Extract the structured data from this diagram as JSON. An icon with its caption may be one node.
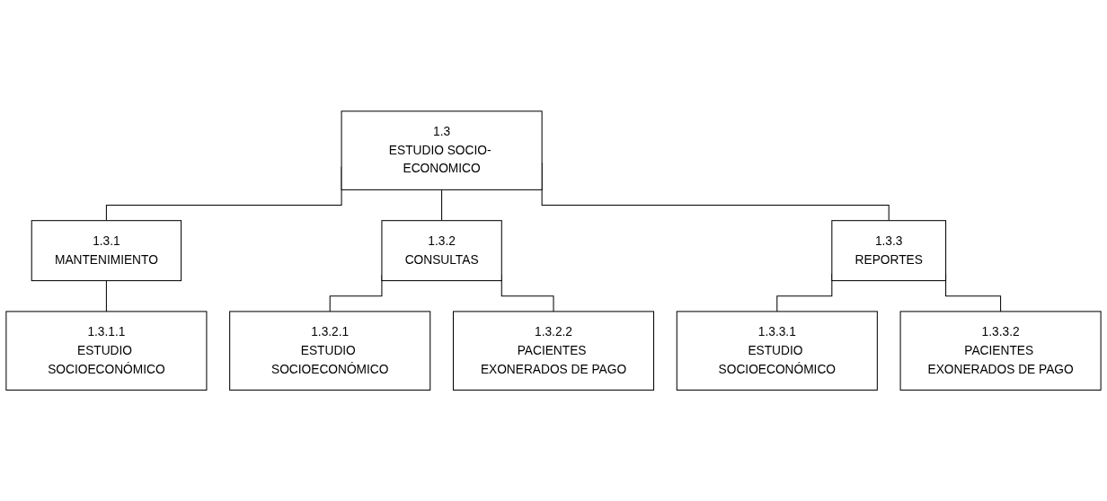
{
  "diagram": {
    "nodes": [
      {
        "text": [
          "1.3",
          "ESTUDIO SOCIO- ECONOMICO"
        ]
      },
      {
        "text": [
          "1.3.1",
          "MANTENIMIENTO"
        ]
      },
      {
        "text": [
          "1.3.2",
          "CONSULTAS"
        ]
      },
      {
        "text": [
          "1.3.3",
          "REPORTES"
        ]
      },
      {
        "text": [
          "1.3.1.1",
          "ESTUDIO SOCIOECONÓMICO"
        ]
      },
      {
        "text": [
          "1.3.2.1",
          "ESTUDIO SOCIOECONÓMICO"
        ]
      },
      {
        "text": [
          "1.3.2.2",
          "PACIENTES EXONERADOS DE PAGO"
        ]
      },
      {
        "text": [
          "1.3.3.1",
          "ESTUDIO SOCIOECONÓMICO"
        ]
      },
      {
        "text": [
          "1.3.3.2",
          "PACIENTES EXONERADOS DE PAGO"
        ]
      }
    ],
    "edges": [
      {
        "from": 0,
        "to": 1,
        "arrow": "none"
      },
      {
        "from": 0,
        "to": 2,
        "arrow": "none"
      },
      {
        "from": 0,
        "to": 3,
        "arrow": "none"
      },
      {
        "from": 1,
        "to": 4,
        "arrow": "none"
      },
      {
        "from": 2,
        "to": 5,
        "arrow": "none"
      },
      {
        "from": 2,
        "to": 6,
        "arrow": "none"
      },
      {
        "from": 3,
        "to": 7,
        "arrow": "none"
      },
      {
        "from": 3,
        "to": 8,
        "arrow": "none"
      }
    ]
  }
}
